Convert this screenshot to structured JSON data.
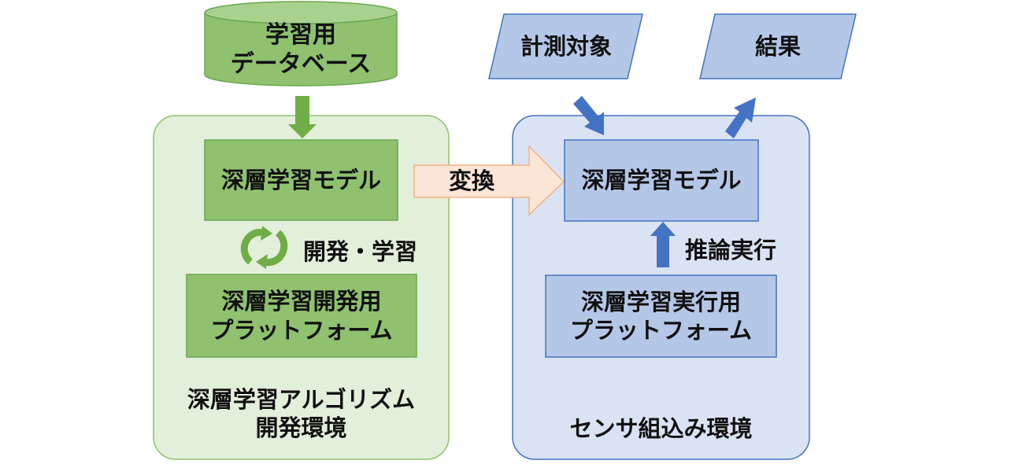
{
  "database": {
    "text": "学習用\nデータベース"
  },
  "dev_env": {
    "label": "深層学習アルゴリズム\n開発環境",
    "model": "深層学習モデル",
    "platform": "深層学習開発用\nプラットフォーム",
    "cycle_label": "開発・学習"
  },
  "convert_label": "変換",
  "sensor_env": {
    "label": "センサ組込み環境",
    "model": "深層学習モデル",
    "platform": "深層学習実行用\nプラットフォーム",
    "inference_label": "推論実行"
  },
  "input": {
    "text": "計測対象"
  },
  "output": {
    "text": "結果"
  },
  "colors": {
    "green_fill": "#e2efda",
    "green_box": "#8fc16f",
    "green_border": "#6aa84f",
    "green_arrow": "#70ad47",
    "blue_fill": "#dae3f3",
    "blue_box": "#b4c7e7",
    "blue_border": "#4472c4",
    "blue_arrow": "#4472c4",
    "orange_fill": "#fbe5d6",
    "orange_border": "#f4b183"
  }
}
